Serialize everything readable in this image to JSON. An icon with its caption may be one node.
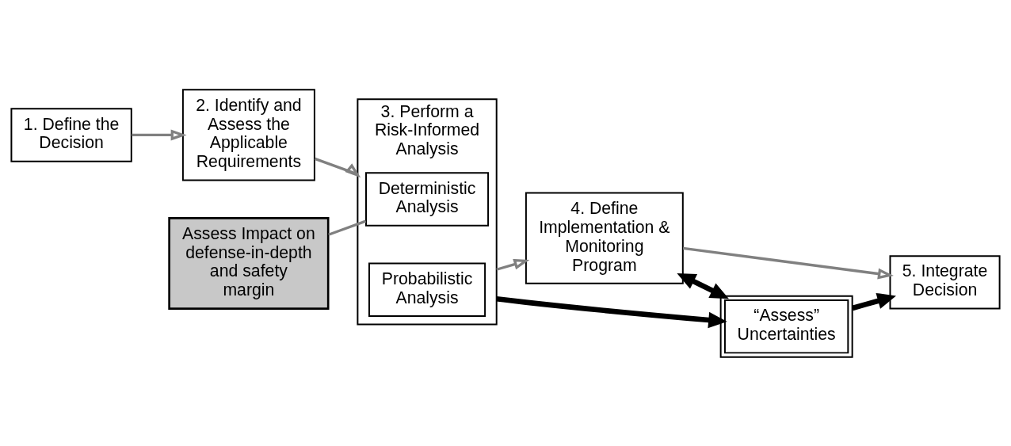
{
  "diagram": {
    "nodes": [
      {
        "text": [
          "1. Define the Decision"
        ]
      },
      {
        "text": [
          "2. Identify and Assess the Applicable Requirements"
        ]
      },
      {
        "text": [
          "3. Perform a Risk-Informed Analysis"
        ]
      },
      {
        "text": [
          "Deterministic Analysis"
        ],
        "in": 2
      },
      {
        "text": [
          "Probabilistic Analysis"
        ],
        "in": 2
      },
      {
        "text": [
          "4. Define Implementation & Monitoring Program"
        ]
      },
      {
        "text": [
          "5. Integrate Decision"
        ]
      },
      {
        "text": [
          "Assess Impact on defense-in-depth and safety margin"
        ]
      },
      {
        "text": [
          "“Assess” Uncertainties"
        ]
      }
    ],
    "edges": [
      {
        "from": 0,
        "to": 1,
        "arrow": "to"
      },
      {
        "from": 1,
        "to": 2,
        "arrow": "to"
      },
      {
        "from": 2,
        "to": 5,
        "arrow": "to"
      },
      {
        "from": 5,
        "to": 6,
        "arrow": "to"
      },
      {
        "from": 7,
        "to": 3,
        "arrow": "none"
      },
      {
        "from": 2,
        "to": 8,
        "arrow": "to",
        "style": "thick",
        "color": "#000000"
      },
      {
        "from": 5,
        "to": 8,
        "arrow": "both",
        "style": "thick",
        "color": "#000000"
      },
      {
        "from": 8,
        "to": 6,
        "arrow": "to",
        "style": "thick",
        "color": "#000000"
      }
    ]
  }
}
